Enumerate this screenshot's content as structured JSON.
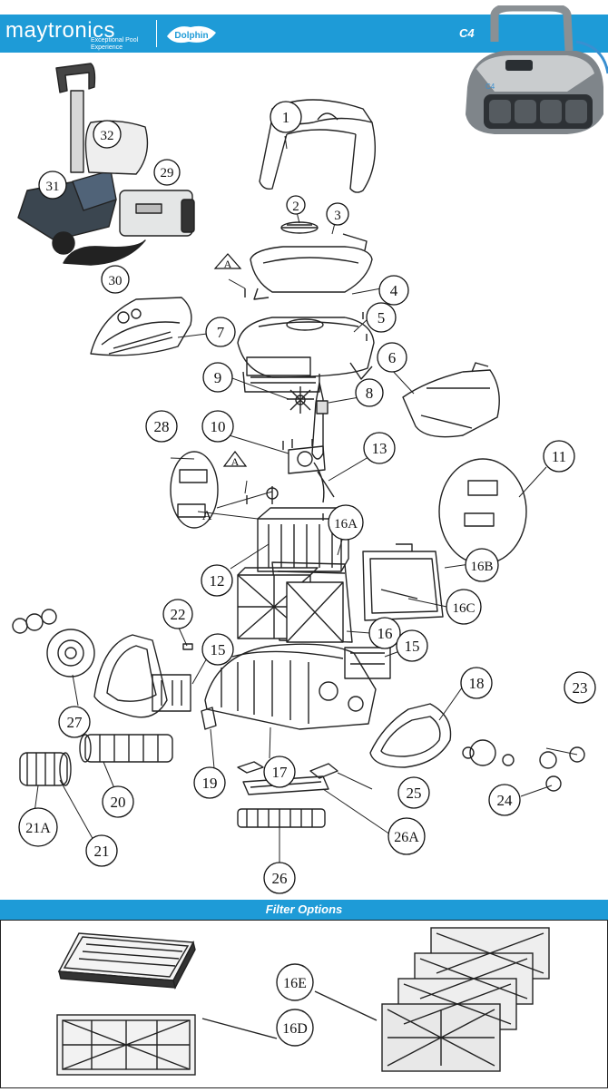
{
  "header": {
    "brand": "maytronics",
    "tagline": "Exceptional Pool Experience",
    "logo_text": "Dolphin",
    "model": "C4"
  },
  "callouts": [
    "1",
    "2",
    "3",
    "4",
    "5",
    "6",
    "7",
    "8",
    "9",
    "10",
    "11",
    "12",
    "13",
    "15",
    "15",
    "16",
    "16A",
    "16B",
    "16C",
    "17",
    "18",
    "19",
    "20",
    "21",
    "21A",
    "22",
    "23",
    "24",
    "25",
    "26",
    "26A",
    "27",
    "28",
    "29",
    "30",
    "31",
    "32",
    "A",
    "A",
    "A"
  ],
  "filters": {
    "title": "Filter Options",
    "labels": [
      "16D",
      "16E"
    ]
  },
  "colors": {
    "brand_blue": "#1e9bd7",
    "line": "#222222"
  }
}
